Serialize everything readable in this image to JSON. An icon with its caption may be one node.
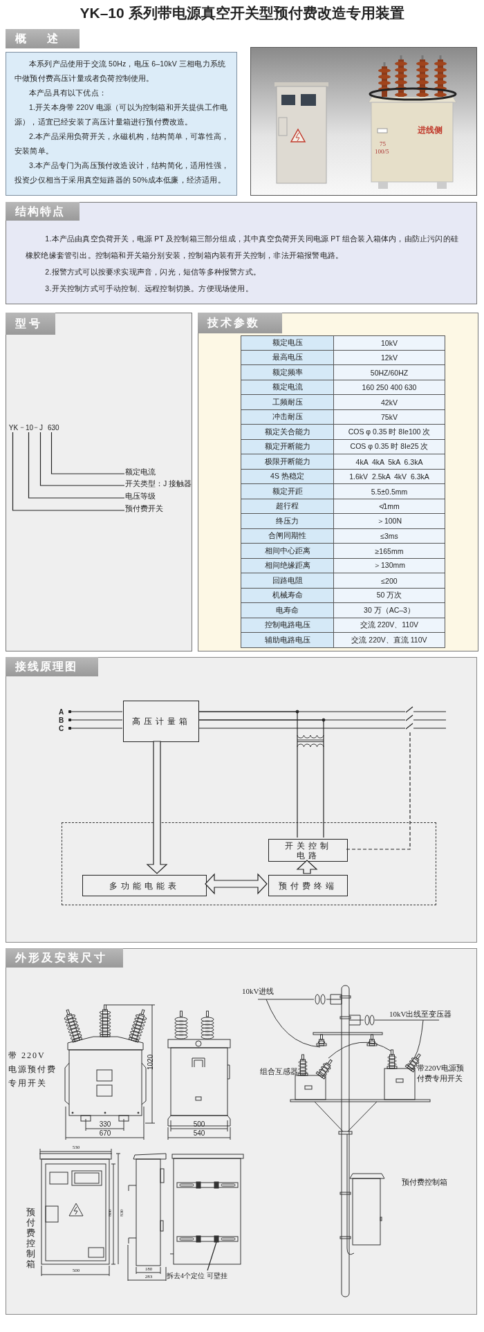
{
  "diagram": {
    "title": "YK–10 系列带电源真空开关型预付费改造专用装置",
    "nodes": [
      {
        "text": [
          "概述",
          "本系列产品使用于交流 50Hz，电压 6–10kV 三相电力系统中做预付费高压计量或者负荷控制使用。",
          "本产品具有以下优点：",
          "1.开关本身带 220V 电源（可以为控制箱和开关提供工作电源），适宜已经安装了高压计量箱进行预付费改造。",
          "2.本产品采用负荷开关，永磁机构，结构简单，可靠性高，安装简单。",
          "3.本产品专门为高压预付改造设计，结构简化，适用性强，投资少仅相当于采用真空短路器的 50%成本低廉，经济适用。"
        ]
      },
      {
        "text": [
          "结构特点",
          "1.本产品由真空负荷开关，电源 PT 及控制箱三部分组成，其中真空负荷开关同电源 PT 组合装入箱体内，由防止污闪的硅橡胶绝缘套管引出。控制箱和开关箱分别安装，控制箱内装有开关控制，非法开箱报警电路。",
          "2.报警方式可以按要求实现声音，闪光，短信等多种报警方式。",
          "3.开关控制方式可手动控制、远程控制切换。方便现场使用。"
        ]
      },
      {
        "text": [
          "型号"
        ]
      },
      {
        "text": [
          "YK"
        ],
        "in": 2
      },
      {
        "text": [
          "10"
        ],
        "in": 2
      },
      {
        "text": [
          "J"
        ],
        "in": 2
      },
      {
        "text": [
          "630"
        ],
        "in": 2
      },
      {
        "text": [
          "额定电流"
        ],
        "in": 2
      },
      {
        "text": [
          "开关类型：J 接触器"
        ],
        "in": 2
      },
      {
        "text": [
          "电压等级"
        ],
        "in": 2
      },
      {
        "text": [
          "预付费开关"
        ],
        "in": 2
      },
      {
        "text": [
          "技术参数"
        ]
      },
      {
        "text": [
          "接线原理图"
        ]
      },
      {
        "text": [
          "高压计量箱"
        ],
        "in": 12
      },
      {
        "text": [],
        "shape": "box",
        "in": 12
      },
      {
        "text": [
          "开关控制电路"
        ],
        "in": 14
      },
      {
        "text": [
          "多功能电能表"
        ],
        "in": 14
      },
      {
        "text": [
          "预付费终端"
        ],
        "in": 14
      },
      {
        "text": [
          "外形及安装尺寸"
        ]
      },
      {
        "text": [
          "拆去4个定位 可壁挂"
        ],
        "in": 18
      },
      {
        "text": [],
        "shape": "switch",
        "in": 12
      },
      {
        "text": [
          "A"
        ],
        "in": 12
      },
      {
        "text": [
          "B"
        ],
        "in": 12
      },
      {
        "text": [
          "C"
        ],
        "in": 12
      }
    ],
    "edges": [
      {
        "from": 7,
        "to": 6,
        "arrow": "none"
      },
      {
        "from": 8,
        "to": 5,
        "arrow": "none"
      },
      {
        "from": 9,
        "to": 4,
        "arrow": "none"
      },
      {
        "from": 10,
        "to": 3,
        "arrow": "none"
      },
      {
        "from": 13,
        "to": 16,
        "arrow": "to"
      },
      {
        "from": 16,
        "to": 17,
        "arrow": "both"
      },
      {
        "from": 17,
        "to": 15,
        "arrow": "to"
      },
      {
        "from": 13,
        "to": 15,
        "arrow": "none"
      },
      {
        "from": 13,
        "to": 15,
        "arrow": "none"
      },
      {
        "from": 15,
        "to": 20,
        "arrow": "none",
        "style": "dashed"
      },
      {
        "from": 19,
        "to": null,
        "arrow": "none"
      },
      {
        "from": 21,
        "to": 13,
        "arrow": "other"
      },
      {
        "from": 22,
        "to": 13,
        "arrow": "other"
      },
      {
        "from": 23,
        "to": 13,
        "arrow": "other"
      },
      {
        "from": 13,
        "to": 20,
        "arrow": "none"
      },
      {
        "from": 13,
        "to": 20,
        "arrow": "none"
      },
      {
        "from": 13,
        "to": 20,
        "arrow": "none"
      },
      {
        "from": 20,
        "to": null,
        "arrow": "none"
      },
      {
        "from": 20,
        "to": null,
        "arrow": "none"
      },
      {
        "from": 20,
        "to": null,
        "arrow": "none"
      }
    ],
    "labels": [
      "进线侧",
      "75",
      "100/5",
      "－",
      "－",
      "额定电压",
      "10kV",
      "最高电压",
      "12kV",
      "额定频率",
      "50HZ/60HZ",
      "额定电流",
      "160 250 400 630",
      "工频耐压",
      "42kV",
      "冲击耐压",
      "75kV",
      "额定关合能力",
      "COS φ 0.35 时 8Ie100 次",
      "额定开断能力",
      "COS φ 0.35 时 8Ie25 次",
      "极限开断能力",
      "4kA  4kA  5kA  6.3kA",
      "4S 热稳定",
      "1.6kV  2.5kA  4kV  6.3kA",
      "额定开距",
      "5.5±0.5mm",
      "超行程",
      "≮1mm",
      "终压力",
      "＞100N",
      "合闸同期性",
      "≤3ms",
      "相间中心距离",
      "≥165mm",
      "相间绝缘距离",
      "＞130mm",
      "回路电阻",
      "≤200",
      "机械寿命",
      "50 万次",
      "电寿命",
      "30 万（AC–3）",
      "控制电路电压",
      "交流 220V、110V",
      "辅助电路电压",
      "交流 220V、直流 110V",
      "10kV进线",
      "10kV出线至变压器",
      "1020",
      "带 220V 电源预付费专用开关",
      "组合互感器",
      "带220V电源预付费专用开关",
      "330",
      "500",
      "670",
      "540",
      "530",
      "预付费控制箱",
      "800",
      "830",
      "预付费控制箱",
      "500",
      "180",
      "283"
    ]
  }
}
